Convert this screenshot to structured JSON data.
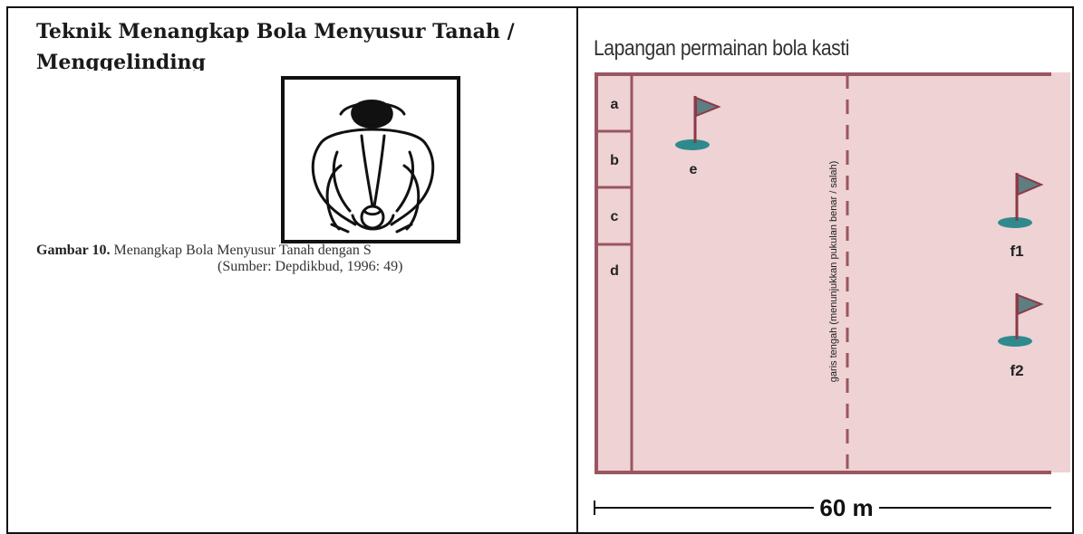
{
  "left": {
    "title_line1": "Teknik Menangkap Bola Menyusur Tanah /",
    "title_line2": "Menggelinding",
    "figure_icon": "person-catching-ground-ball-illustration",
    "caption_bold": "Gambar 10.",
    "caption_text": " Menangkap Bola Menyusur Tanah dengan S",
    "caption_source": "(Sumber: Depdikbud, 1996: 49)"
  },
  "right": {
    "title": "Lapangan permainan bola kasti",
    "boxes": [
      "a",
      "b",
      "c",
      "d"
    ],
    "flags": [
      "e",
      "f1",
      "f2"
    ],
    "center_line_label": "garis tengah (menunjukkan pukulan benar / salah)",
    "distance_label": "60 m",
    "colors": {
      "field": "#eed2d4",
      "border": "#9b5562",
      "flag": "#5e7e82",
      "base": "#2f8a8e"
    }
  }
}
